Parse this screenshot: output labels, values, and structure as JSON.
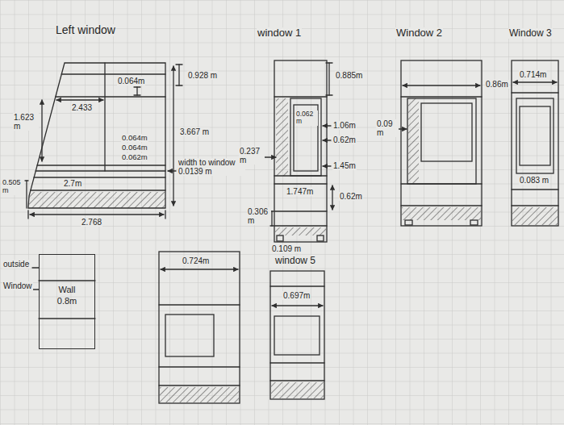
{
  "diagram": {
    "nodes": [
      {
        "text": [
          "Wall",
          "0.8m"
        ]
      }
    ],
    "labels": [
      "Left window",
      "0.064m",
      "0.928 m",
      "2.433",
      "1.623 m",
      "3.667 m",
      "0.064m",
      "0.064m",
      "0.062m",
      "width to window 0.0139 m",
      "2.7m",
      "0.505 m",
      "2.768",
      "window 1",
      "0.885m",
      "0.062 m",
      "1.06m",
      "0.237 m",
      "0.62m",
      "1.45m",
      "1.747m",
      "0.62m",
      "0.306 m",
      "0.109 m",
      "window 5",
      "Window 2",
      "0.86m",
      "0.09 m",
      "Window 3",
      "0.714m",
      "0.083 m",
      "outside",
      "Window",
      "0.724m",
      "0.697m"
    ]
  }
}
